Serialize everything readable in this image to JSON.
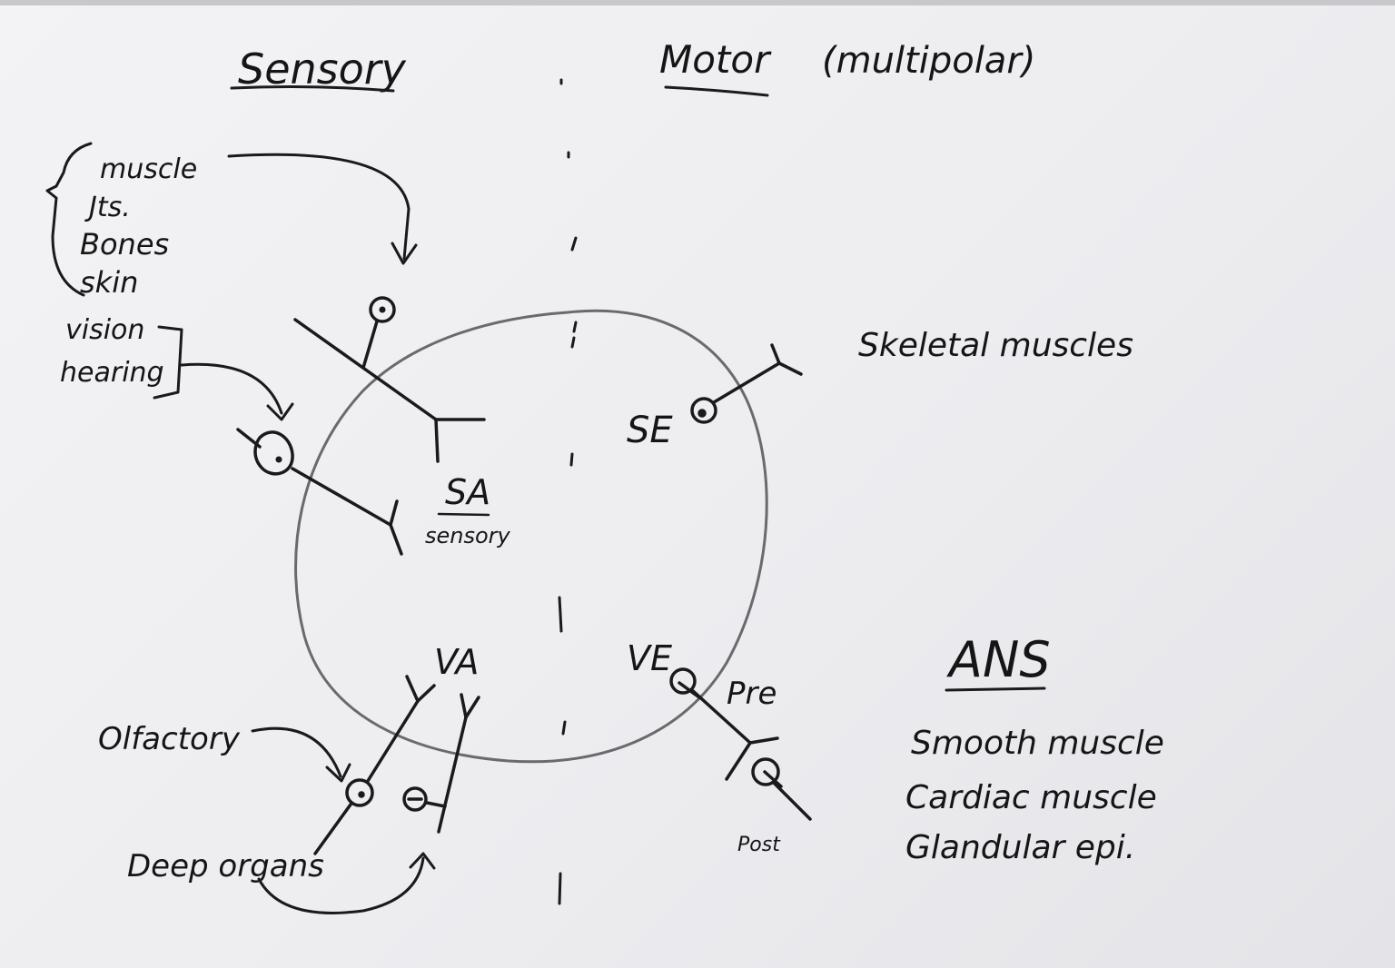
{
  "headings": {
    "sensory": "Sensory",
    "motor": "Motor",
    "motor_note": "(multipolar)"
  },
  "sources": {
    "muscle": "muscle",
    "joints": "Jts.",
    "bones": "Bones",
    "skin": "skin",
    "vision": "vision",
    "hearing": "hearing",
    "olfactory": "Olfactory",
    "deep_organs": "Deep organs"
  },
  "regions": {
    "sa": "SA",
    "sa_sub": "sensory",
    "se": "SE",
    "va": "VA",
    "ve": "VE",
    "pre": "Pre",
    "post": "Post"
  },
  "targets": {
    "skeletal": "Skeletal muscles",
    "ans_title": "ANS",
    "ans_items": [
      "Smooth muscle",
      "Cardiac muscle",
      "Glandular epi."
    ]
  },
  "colors": {
    "ink": "#1a1a1a",
    "pencil": "#6a6a6a",
    "paper": "#efeff2"
  }
}
